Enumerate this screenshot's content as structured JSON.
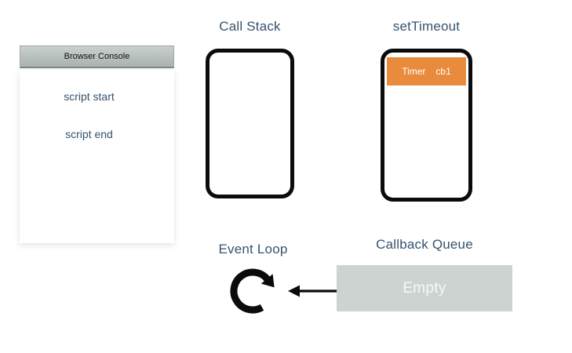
{
  "colors": {
    "label_text": "#35536F",
    "timer_orange": "#E98B3C",
    "queue_gray": "#CDD3D1",
    "console_header_top": "#C9D0CE",
    "console_header_bottom": "#A9B2B0",
    "box_border": "#0b0b0b"
  },
  "console": {
    "title": "Browser Console",
    "lines": [
      "script start",
      "script end"
    ]
  },
  "call_stack": {
    "title": "Call Stack"
  },
  "set_timeout": {
    "title": "setTimeout",
    "timer": {
      "label": "Timer",
      "callback": "cb1"
    }
  },
  "event_loop": {
    "title": "Event Loop",
    "icon": "clockwise-loop-arrow"
  },
  "callback_queue": {
    "title": "Callback Queue",
    "status": "Empty"
  }
}
